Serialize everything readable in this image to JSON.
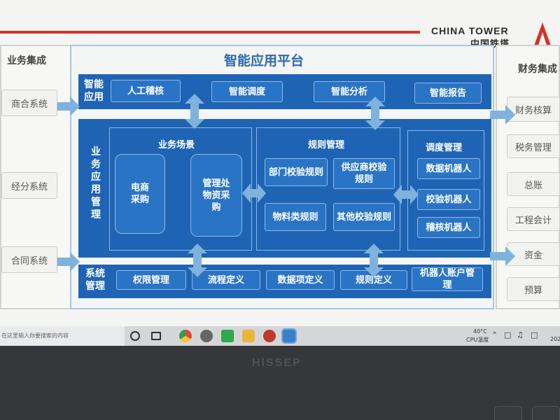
{
  "logo": {
    "en": "CHINA TOWER",
    "cn": "中国铁塔"
  },
  "platform_title": "智能应用平台",
  "left": {
    "title": "业务集成",
    "items": [
      "商合系统",
      "经分系统",
      "合同系统"
    ]
  },
  "right": {
    "title": "财务集成",
    "items": [
      "财务核算",
      "税务管理",
      "总账",
      "工程会计",
      "资金",
      "预算"
    ]
  },
  "smart_app": {
    "label": "智能\n应用",
    "items": [
      "人工稽核",
      "智能调度",
      "智能分析",
      "智能报告"
    ]
  },
  "business_mgmt": {
    "label": "业\n务\n应\n用\n管\n理",
    "scenes": {
      "title": "业务场景",
      "items": [
        "电商\n采购",
        "管理处\n物资采\n购"
      ]
    },
    "rules": {
      "title": "规则管理",
      "items": [
        "部门校验规则",
        "供应商校验\n规则",
        "物料类规则",
        "其他校验规则"
      ]
    },
    "dispatch": {
      "title": "调度管理",
      "items": [
        "数据机器人",
        "校验机器人",
        "稽核机器人"
      ]
    }
  },
  "sys_mgmt": {
    "label": "系统\n管理",
    "items": [
      "权限管理",
      "流程定义",
      "数据项定义",
      "规则定义",
      "机器人账户管\n理"
    ]
  },
  "taskbar": {
    "search_placeholder": "在这里输入你要搜索的内容",
    "temp": "40°C",
    "cpu": "CPU温度",
    "date": "202"
  },
  "bezel_brand": "HISSEP",
  "colors": {
    "band": "#1f64b4",
    "chip": "#2a74c6",
    "title": "#2d69ad",
    "accent_red": "#d6322a"
  }
}
